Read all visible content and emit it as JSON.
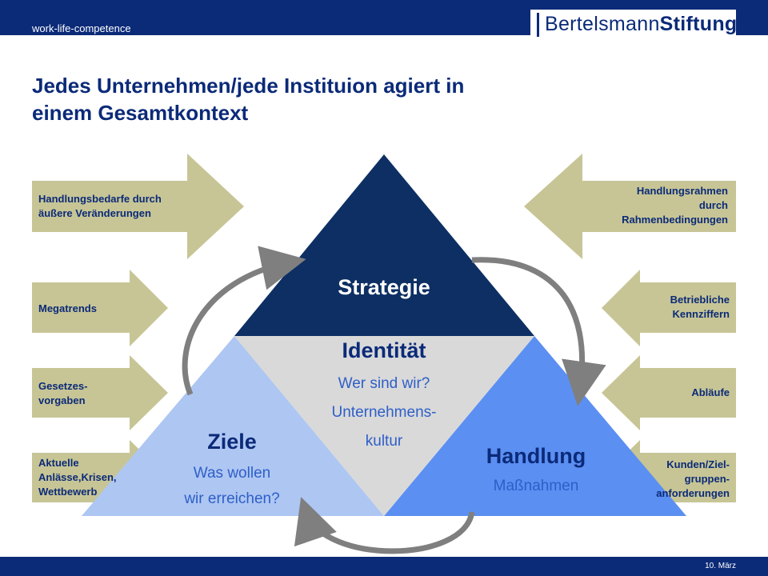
{
  "header": {
    "subtitle": "work-life-competence",
    "logo_text_regular": "Bertelsmann",
    "logo_text_bold": "Stiftung"
  },
  "title": {
    "line1": "Jedes Unternehmen/jede Instituion agiert in",
    "line2": "einem Gesamtkontext"
  },
  "diagram": {
    "strategie": "Strategie",
    "identitaet": {
      "heading": "Identität",
      "line1": "Wer sind wir?",
      "line2": "Unternehmens-",
      "line3": "kultur"
    },
    "ziele": {
      "heading": "Ziele",
      "line1": "Was wollen",
      "line2": "wir erreichen?"
    },
    "handlung": {
      "heading": "Handlung",
      "sub": "Maßnahmen"
    },
    "left_arrows": [
      {
        "lines": [
          "Handlungsbedarfe durch",
          "äußere Veränderungen"
        ]
      },
      {
        "lines": [
          "Megatrends"
        ]
      },
      {
        "lines": [
          "Gesetzes-",
          "vorgaben"
        ]
      },
      {
        "lines": [
          "Aktuelle",
          "Anlässe,Krisen,",
          "Wettbewerb"
        ]
      }
    ],
    "right_arrows": [
      {
        "lines": [
          "Handlungsrahmen",
          "durch",
          "Rahmenbedingungen"
        ]
      },
      {
        "lines": [
          "Betriebliche",
          "Kennziffern"
        ]
      },
      {
        "lines": [
          "Abläufe"
        ]
      },
      {
        "lines": [
          "Kunden/Ziel-",
          "gruppen-",
          "anforderungen"
        ]
      }
    ]
  },
  "colors": {
    "navy": "#0b2a78",
    "dark_triangle": "#0d2f63",
    "identity_grey": "#d9d9d9",
    "ziele_light_blue": "#aec6f2",
    "handlung_blue": "#5b8ff2",
    "arrow_khaki": "#c7c595"
  },
  "footer": {
    "date": "10. März"
  }
}
